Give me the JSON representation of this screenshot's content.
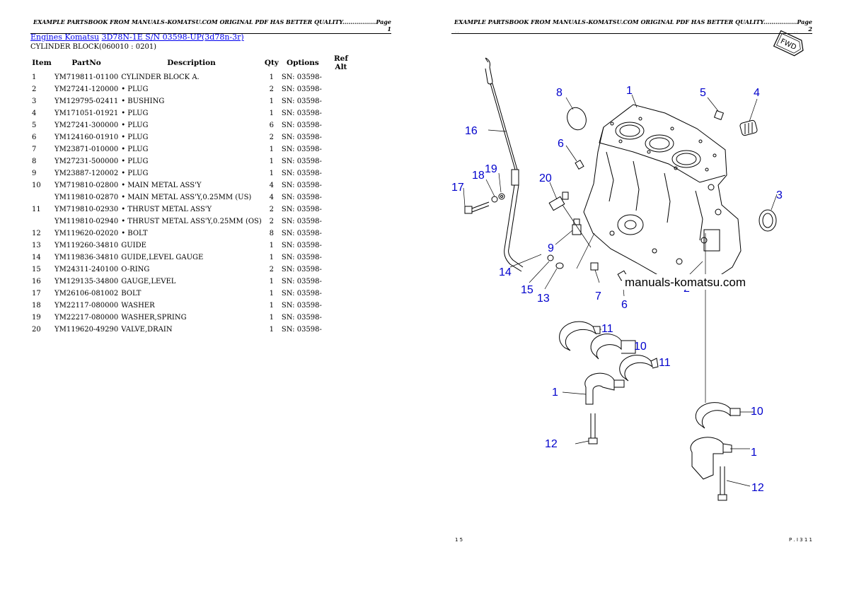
{
  "page1": {
    "header": "EXAMPLE PARTSBOOK FROM MANUALS-KOMATSU.COM ORIGINAL PDF HAS BETTER QUALITY.................Page 1",
    "breadcrumb": {
      "link1": "Engines Komatsu",
      "link2": "3D78N-1E S/N 03598-UP(3d78n-3r)"
    },
    "subtitle": "CYLINDER BLOCK(060010 : 0201)",
    "columns": [
      "Item",
      "PartNo",
      "Description",
      "Qty",
      "Options",
      "Ref Alt"
    ],
    "rows": [
      {
        "item": "1",
        "partno": "YM719811-01100",
        "desc": "CYLINDER BLOCK A.",
        "qty": "1",
        "opt": "SN: 03598-"
      },
      {
        "item": "2",
        "partno": "YM27241-120000",
        "desc": "• PLUG",
        "qty": "2",
        "opt": "SN: 03598-"
      },
      {
        "item": "3",
        "partno": "YM129795-02411",
        "desc": "• BUSHING",
        "qty": "1",
        "opt": "SN: 03598-"
      },
      {
        "item": "4",
        "partno": "YM171051-01921",
        "desc": "• PLUG",
        "qty": "1",
        "opt": "SN: 03598-"
      },
      {
        "item": "5",
        "partno": "YM27241-300000",
        "desc": "• PLUG",
        "qty": "6",
        "opt": "SN: 03598-"
      },
      {
        "item": "6",
        "partno": "YM124160-01910",
        "desc": "• PLUG",
        "qty": "2",
        "opt": "SN: 03598-"
      },
      {
        "item": "7",
        "partno": "YM23871-010000",
        "desc": "• PLUG",
        "qty": "1",
        "opt": "SN: 03598-"
      },
      {
        "item": "8",
        "partno": "YM27231-500000",
        "desc": "• PLUG",
        "qty": "1",
        "opt": "SN: 03598-"
      },
      {
        "item": "9",
        "partno": "YM23887-120002",
        "desc": "• PLUG",
        "qty": "1",
        "opt": "SN: 03598-"
      },
      {
        "item": "10",
        "partno": "YM719810-02800",
        "desc": "• MAIN METAL ASS'Y",
        "qty": "4",
        "opt": "SN: 03598-"
      },
      {
        "item": "",
        "partno": "YM119810-02870",
        "desc": "• MAIN METAL ASS'Y,0.25MM (US)",
        "qty": "4",
        "opt": "SN: 03598-"
      },
      {
        "item": "11",
        "partno": "YM719810-02930",
        "desc": "• THRUST METAL ASS'Y",
        "qty": "2",
        "opt": "SN: 03598-"
      },
      {
        "item": "",
        "partno": "YM119810-02940",
        "desc": "• THRUST METAL ASS'Y,0.25MM (OS)",
        "qty": "2",
        "opt": "SN: 03598-"
      },
      {
        "item": "12",
        "partno": "YM119620-02020",
        "desc": "• BOLT",
        "qty": "8",
        "opt": "SN: 03598-"
      },
      {
        "item": "13",
        "partno": "YM119260-34810",
        "desc": "GUIDE",
        "qty": "1",
        "opt": "SN: 03598-"
      },
      {
        "item": "14",
        "partno": "YM119836-34810",
        "desc": "GUIDE,LEVEL GAUGE",
        "qty": "1",
        "opt": "SN: 03598-"
      },
      {
        "item": "15",
        "partno": "YM24311-240100",
        "desc": "O-RING",
        "qty": "2",
        "opt": "SN: 03598-"
      },
      {
        "item": "16",
        "partno": "YM129135-34800",
        "desc": "GAUGE,LEVEL",
        "qty": "1",
        "opt": "SN: 03598-"
      },
      {
        "item": "17",
        "partno": "YM26106-081002",
        "desc": "BOLT",
        "qty": "1",
        "opt": "SN: 03598-"
      },
      {
        "item": "18",
        "partno": "YM22117-080000",
        "desc": "WASHER",
        "qty": "1",
        "opt": "SN: 03598-"
      },
      {
        "item": "19",
        "partno": "YM22217-080000",
        "desc": "WASHER,SPRING",
        "qty": "1",
        "opt": "SN: 03598-"
      },
      {
        "item": "20",
        "partno": "YM119620-49290",
        "desc": "VALVE,DRAIN",
        "qty": "1",
        "opt": "SN: 03598-"
      }
    ]
  },
  "page2": {
    "header": "EXAMPLE PARTSBOOK FROM MANUALS-KOMATSU.COM ORIGINAL PDF HAS BETTER QUALITY.................Page 2",
    "fwd_stamp": "FWD",
    "watermark": "manuals-komatsu.com",
    "callouts": [
      "8",
      "1",
      "5",
      "4",
      "16",
      "6",
      "19",
      "18",
      "20",
      "17",
      "3",
      "9",
      "14",
      "15",
      "13",
      "7",
      "6",
      "2",
      "11",
      "10",
      "11",
      "1",
      "12",
      "10",
      "1",
      "12"
    ],
    "footer_left": "1 5",
    "footer_right": "P . I 3 1 1"
  }
}
